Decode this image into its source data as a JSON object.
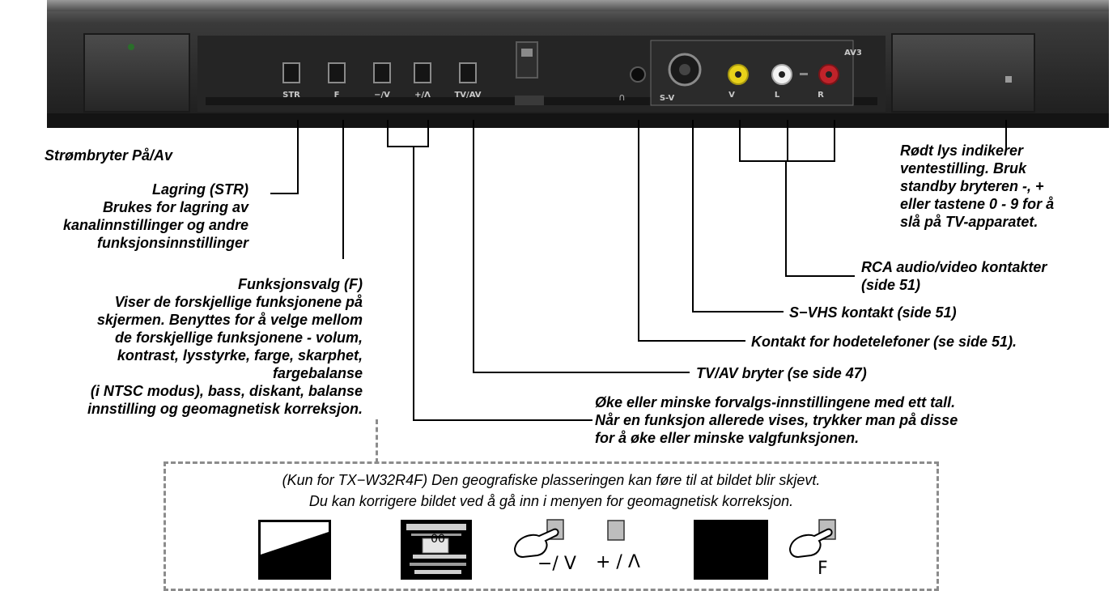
{
  "panel": {
    "power_light_color": "#2a6e2a",
    "standby_light_color": "#9a9a9a",
    "button_labels": [
      "STR",
      "F",
      "−/V",
      "+/Λ",
      "TV/AV"
    ],
    "jack_labels": [
      "S-V",
      "V",
      "L",
      "R"
    ],
    "avs_label": "AV3",
    "rca_colors": [
      "#e8d21a",
      "#f2f2f2",
      "#c0232a"
    ]
  },
  "labels": {
    "power": "Strømbryter På/Av",
    "store": [
      "Lagring (STR)",
      "Brukes for lagring av",
      "kanalinnstillinger og andre",
      "funksjonsinnstillinger"
    ],
    "function": [
      "Funksjonsvalg (F)",
      "Viser de forskjellige funksjonene på",
      "skjermen. Benyttes for å velge mellom",
      "de forskjellige funksjonene - volum,",
      "kontrast, lysstyrke, farge, skarphet,",
      "fargebalanse",
      "(i NTSC modus), bass, diskant, balanse",
      "innstilling og geomagnetisk korreksjon."
    ],
    "standby": [
      "Rødt lys indikerer",
      "ventestilling. Bruk",
      "standby bryteren -, +",
      "eller tastene 0 - 9 for å",
      "slå på TV-apparatet."
    ],
    "rca": [
      "RCA audio/video kontakter",
      "(side 51)"
    ],
    "svhs": "S−VHS kontakt (side 51)",
    "headphones": "Kontakt for hodetelefoner (se side 51).",
    "tvav": "TV/AV bryter (se side 47)",
    "updown": [
      "Øke eller minske forvalgs-innstillingene med ett tall.",
      "Når en funksjon allerede vises, trykker man på disse",
      "for å øke eller minske valgfunksjonen."
    ]
  },
  "note": {
    "line1": "(Kun for TX−W32R4F) Den geografiske plasseringen kan føre til at bildet blir skjevt.",
    "line2": "Du kan korrigere bildet ved å gå inn i menyen for geomagnetisk korreksjon.",
    "osd_value": "00",
    "minus_label": "−/ V",
    "plus_label": "+ / Λ",
    "f_label": "F"
  }
}
